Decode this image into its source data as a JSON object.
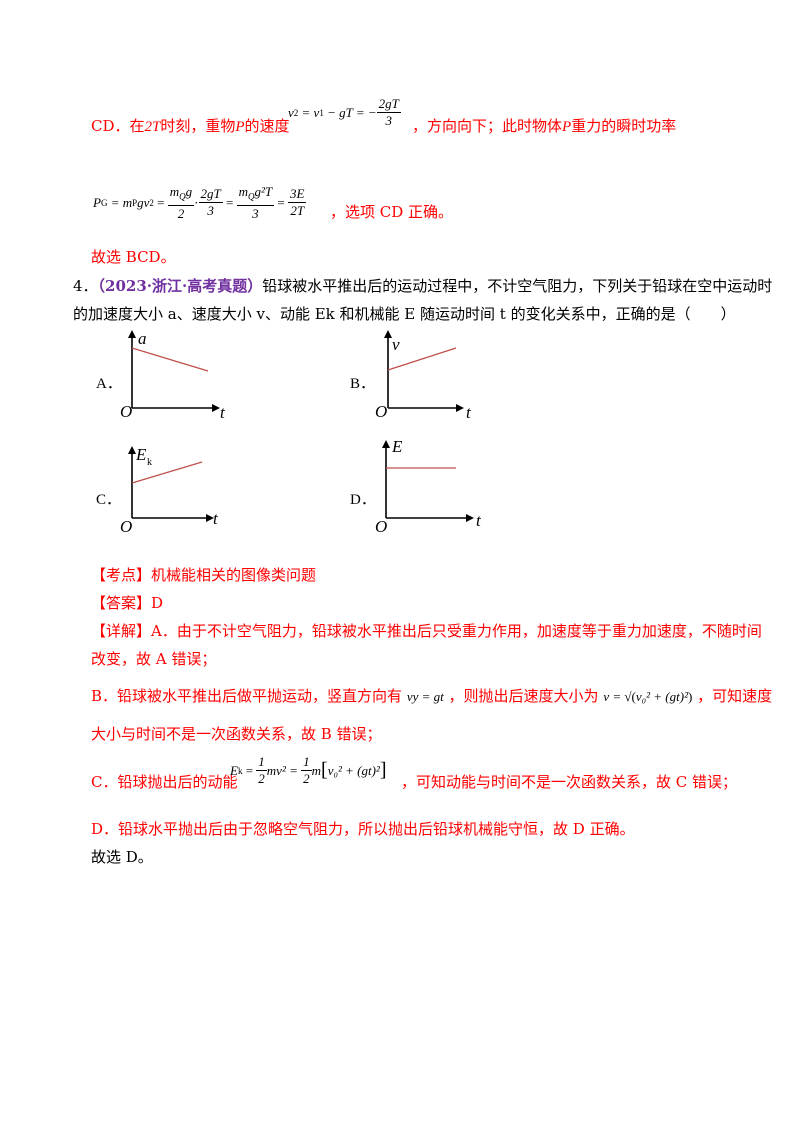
{
  "cd_line": {
    "prefix": "CD．在",
    "t2": "2T",
    "mid": "时刻，重物",
    "p": "P",
    "mid2": "的速度",
    "formula": {
      "lhs": "v",
      "sub": "2",
      "eq1": "= v",
      "sub1": "1",
      "minus": "− gT = −",
      "num": "2gT",
      "den": "3"
    },
    "suffix": "，方向向下；此时物体",
    "p2": "P",
    "suffix2": "重力的瞬时功率"
  },
  "pg_line": {
    "pg": "P",
    "pg_sub": "G",
    "eq": "= m",
    "mp_sub": "P",
    "gv": "gv",
    "v_sub": "2",
    "eq2": "=",
    "f1_num": "m",
    "f1_num_sub": "Q",
    "f1_num_g": "g",
    "f1_den": "2",
    "dot": "·",
    "f2_num": "2gT",
    "f2_den": "3",
    "eq3": "=",
    "f3_num": "m",
    "f3_num_sub": "Q",
    "f3_num_rest": "g²T",
    "f3_den": "3",
    "eq4": "=",
    "f4_num": "3E",
    "f4_den": "2T",
    "tail": "，选项 CD 正确。"
  },
  "choose_bcd": "故选 BCD。",
  "q4": {
    "number": "4．",
    "source": "（2023·浙江·高考真题）",
    "text1": "铅球被水平推出后的运动过程中，不计空气阻力，下列关于铅球在空中运动时",
    "text2": "的加速度大小 a、速度大小 v、动能 Ek 和机械能 E 随运动时间 t 的变化关系中，正确的是（　　）"
  },
  "options": {
    "A": {
      "label": "A．",
      "y_axis": "a",
      "x_axis": "t",
      "origin": "O"
    },
    "B": {
      "label": "B．",
      "y_axis": "v",
      "x_axis": "t",
      "origin": "O"
    },
    "C": {
      "label": "C．",
      "y_axis": "E",
      "y_axis_sub": "k",
      "x_axis": "t",
      "origin": "O"
    },
    "D": {
      "label": "D．",
      "y_axis": "E",
      "x_axis": "t",
      "origin": "O"
    }
  },
  "analysis": {
    "kaodian": "【考点】机械能相关的图像类问题",
    "daan": "【答案】D",
    "xiangjie1": "【详解】A．由于不计空气阻力，铅球被水平推出后只受重力作用，加速度等于重力加速度，不随时间",
    "xiangjie2": "改变，故 A 错误；",
    "b1_pre": "B．铅球被水平推出后做平抛运动，竖直方向有",
    "b1_f": "vy = gt",
    "b1_mid": "，则抛出后速度大小为",
    "b1_f2_lhs": "v =",
    "b1_f2_body": "v₀² + (gt)²",
    "b1_post": "，可知速度",
    "b2": "大小与时间不是一次函数关系，故 B 错误；",
    "c_pre": "C．铅球抛出后的动能",
    "c_f_lhs": "E",
    "c_f_sub": "k",
    "c_f_eq": "=",
    "c_f_frac_num": "1",
    "c_f_frac_den": "2",
    "c_f_mv": "mv² =",
    "c_f_m": "m",
    "c_f_bracket": "v₀² + (gt)²",
    "c_post": "，可知动能与时间不是一次函数关系，故 C 错误；",
    "d": "D．铅球水平抛出后由于忽略空气阻力，所以抛出后铅球机械能守恒，故 D 正确。",
    "final": "故选 D。"
  },
  "colors": {
    "answer": "#ff0000",
    "source": "#7030a0",
    "graph_line": "#c0504d"
  }
}
